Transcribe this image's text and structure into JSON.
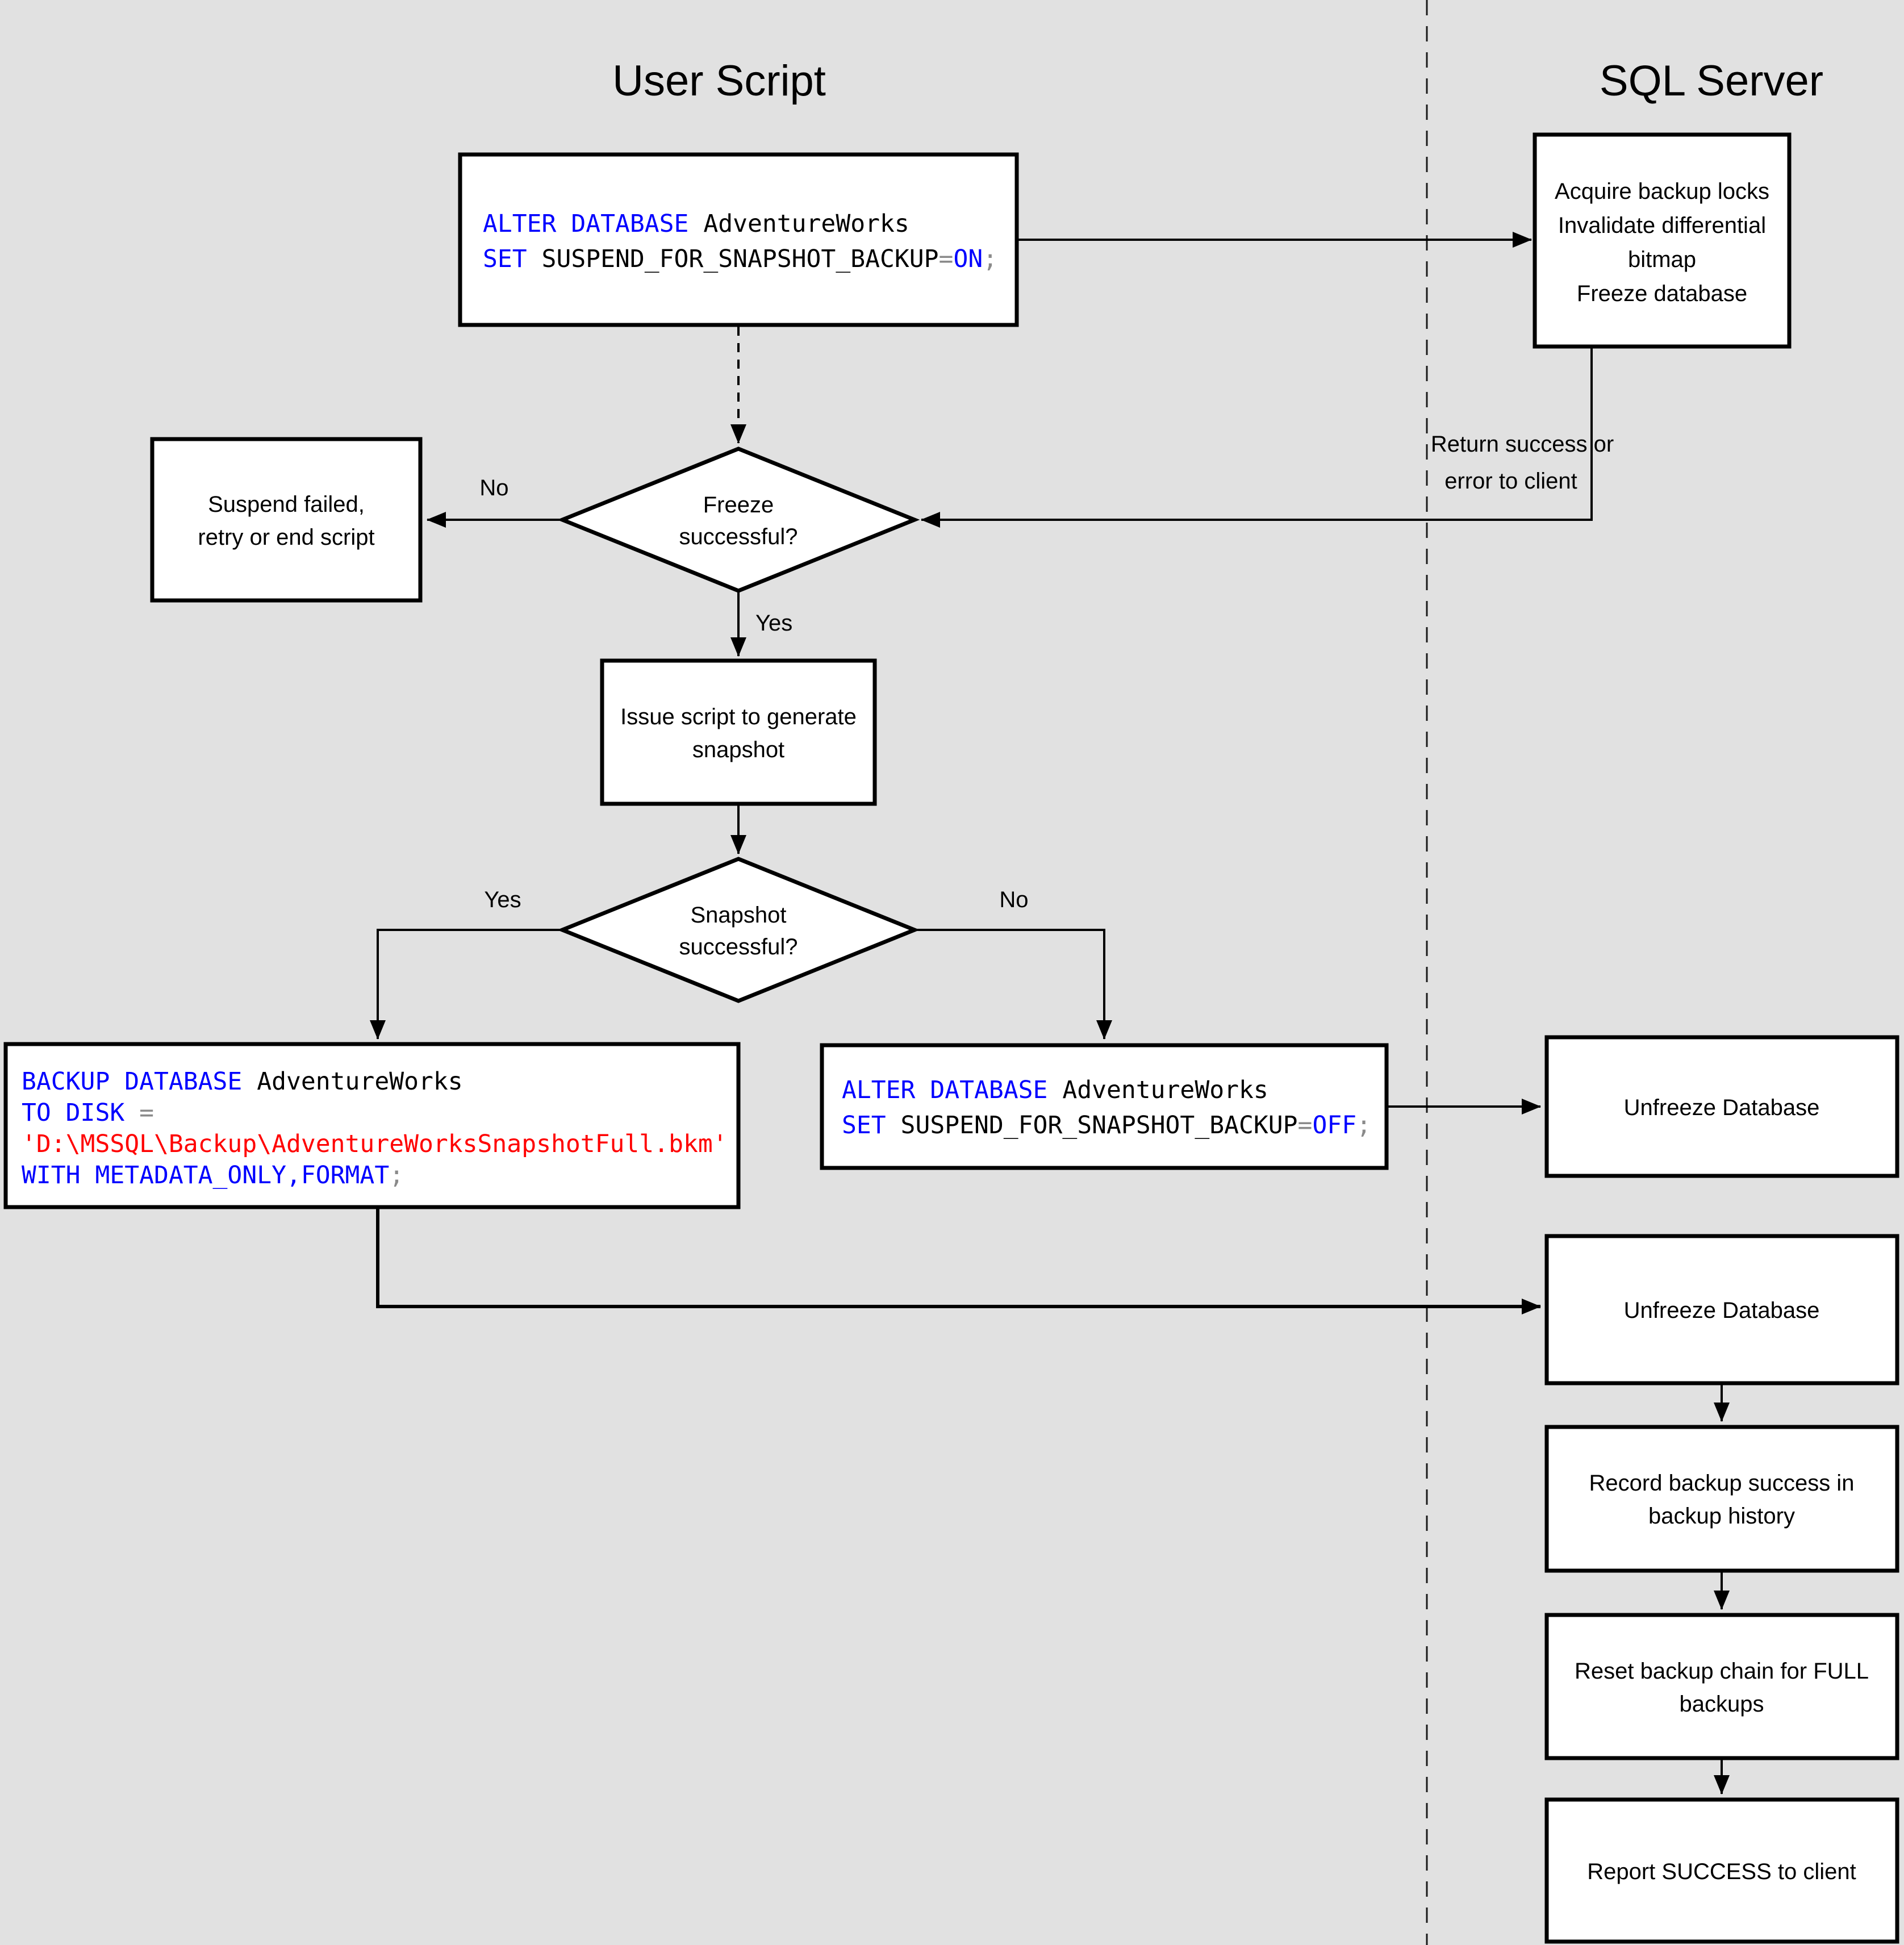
{
  "titles": {
    "user_script": "User Script",
    "sql_server": "SQL Server"
  },
  "colors": {
    "background": "#e1e1e1",
    "shape_fill": "#ffffff",
    "line": "#000000",
    "sql_keyword": "#0000ff",
    "sql_identifier": "#000000",
    "sql_string": "#ff0000",
    "sql_operator": "#8a8a8a"
  },
  "labels": {
    "freeze_no": "No",
    "freeze_yes": "Yes",
    "snapshot_yes": "Yes",
    "snapshot_no": "No",
    "return_line1": "Return success or",
    "return_line2": "error to client"
  },
  "nodes": {
    "alter_on": {
      "l1_kw": "ALTER DATABASE",
      "l1_id": " AdventureWorks",
      "l2_kw": "SET",
      "l2_id": " SUSPEND_FOR_SNAPSHOT_BACKUP",
      "l2_op": "=",
      "l2_kw2": "ON",
      "l2_punct": ";"
    },
    "acquire": {
      "l1": "Acquire backup locks",
      "l2": "Invalidate differential",
      "l3": "bitmap",
      "l4": "Freeze database"
    },
    "freeze_q": {
      "l1": "Freeze",
      "l2": "successful?"
    },
    "suspend": {
      "l1": "Suspend failed,",
      "l2": "retry or end script"
    },
    "issue": {
      "l1": "Issue script to generate",
      "l2": "snapshot"
    },
    "snapshot_q": {
      "l1": "Snapshot",
      "l2": "successful?"
    },
    "backup": {
      "l1_kw": "BACKUP DATABASE",
      "l1_id": " AdventureWorks",
      "l2_kw": "TO DISK",
      "l2_op": " =",
      "l3_str": "'D:\\MSSQL\\Backup\\AdventureWorksSnapshotFull.bkm'",
      "l4_kw": "WITH METADATA_ONLY,FORMAT",
      "l4_punct": ";"
    },
    "alter_off": {
      "l1_kw": "ALTER DATABASE",
      "l1_id": " AdventureWorks",
      "l2_kw": "SET",
      "l2_id": " SUSPEND_FOR_SNAPSHOT_BACKUP",
      "l2_op": "=",
      "l2_kw2": "OFF",
      "l2_punct": ";"
    },
    "unfreeze1": {
      "l1": "Unfreeze Database"
    },
    "unfreeze2": {
      "l1": "Unfreeze Database"
    },
    "record": {
      "l1": "Record backup success in",
      "l2": "backup history"
    },
    "reset": {
      "l1": "Reset backup chain for FULL",
      "l2": "backups"
    },
    "report": {
      "l1": "Report SUCCESS to client"
    }
  }
}
